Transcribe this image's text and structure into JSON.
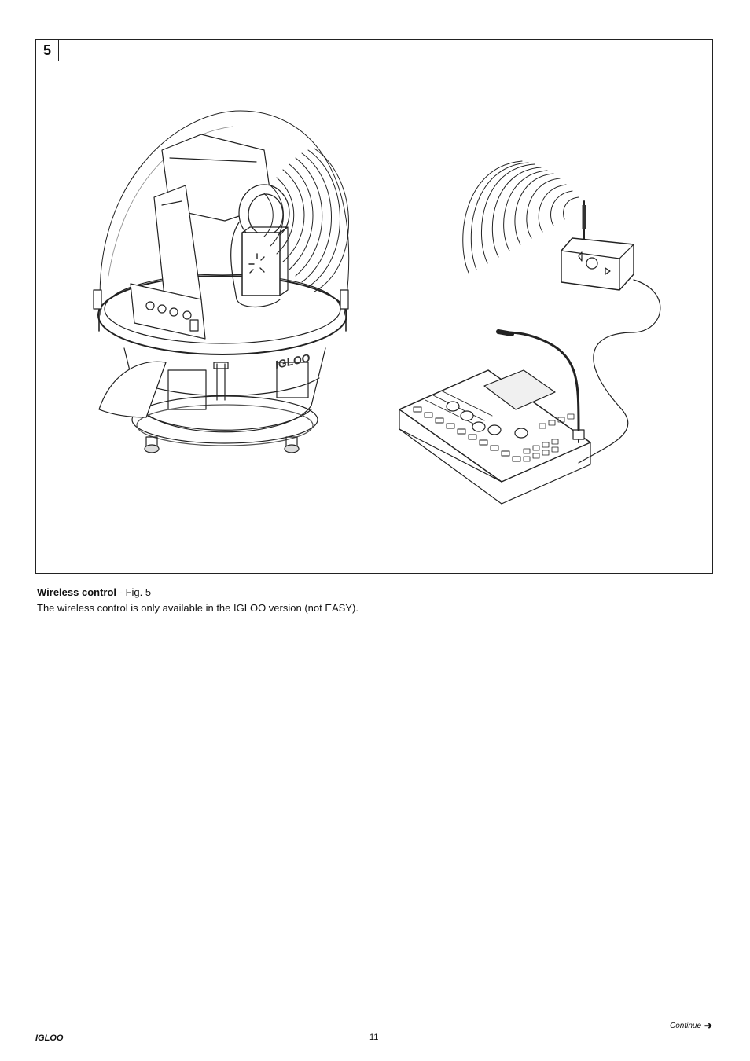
{
  "figure": {
    "number": "5"
  },
  "caption": {
    "title": "Wireless control",
    "title_suffix": " - Fig. 5",
    "body": "The wireless control is only available in the IGLOO version (not EASY)."
  },
  "footer": {
    "brand": "IGLOO",
    "page": "11",
    "continue_label": "Continue",
    "continue_icon": "arrow-right-icon"
  },
  "illustration": {
    "dome_brand": "IGLOO"
  }
}
